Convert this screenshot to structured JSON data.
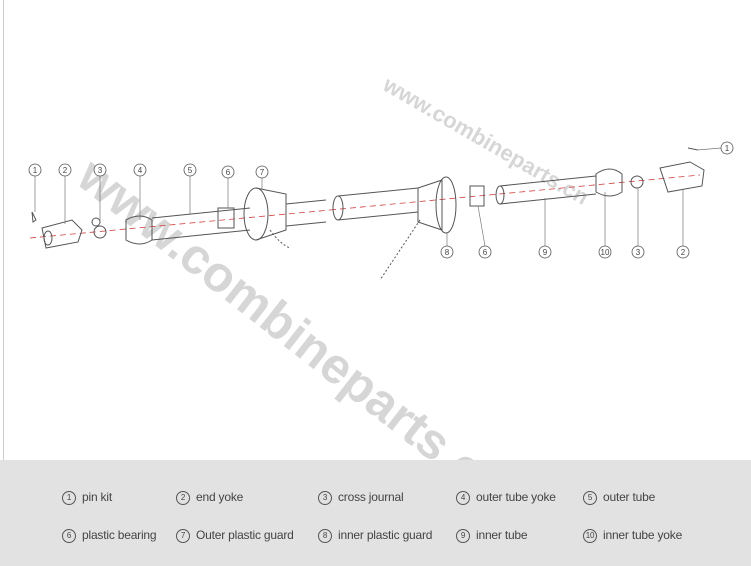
{
  "watermark": "www.combineparts.cn",
  "callouts": {
    "left": [
      "1",
      "2",
      "3",
      "4",
      "5",
      "6",
      "7"
    ],
    "right": [
      "8",
      "6",
      "9",
      "10",
      "3",
      "2",
      "1"
    ]
  },
  "legend": [
    {
      "num": "1",
      "label": "pin kit"
    },
    {
      "num": "2",
      "label": "end yoke"
    },
    {
      "num": "3",
      "label": "cross journal"
    },
    {
      "num": "4",
      "label": "outer tube yoke"
    },
    {
      "num": "5",
      "label": "outer tube"
    },
    {
      "num": "6",
      "label": "plastic bearing"
    },
    {
      "num": "7",
      "label": "Outer plastic guard"
    },
    {
      "num": "8",
      "label": "inner plastic guard"
    },
    {
      "num": "9",
      "label": "inner tube"
    },
    {
      "num": "10",
      "label": "inner tube yoke"
    }
  ],
  "colors": {
    "line": "#555555",
    "centerline": "#d04040",
    "legend_bg": "#e2e2e2",
    "watermark": "#d6d6d6"
  }
}
